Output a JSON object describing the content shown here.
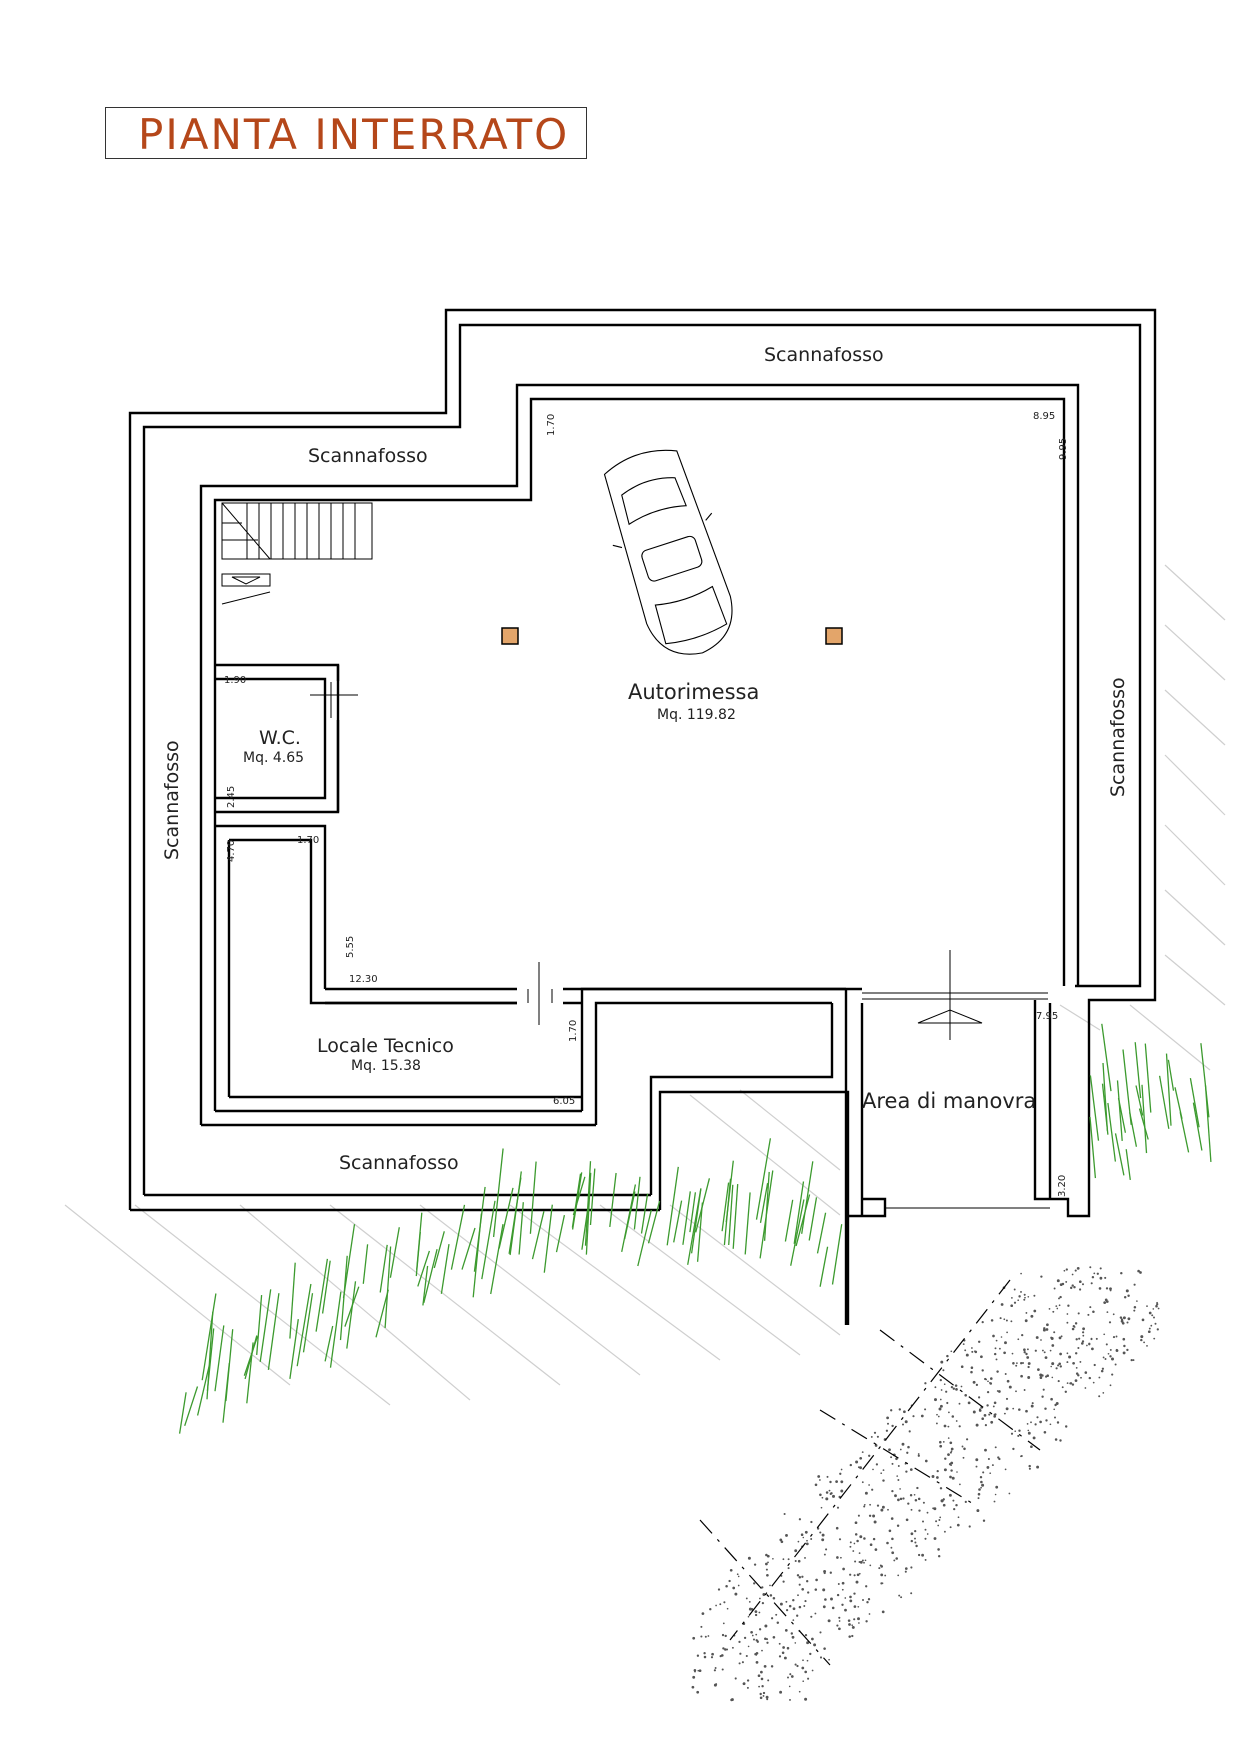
{
  "title": "PIANTA  INTERRATO",
  "rooms": {
    "autorimessa": {
      "name": "Autorimessa",
      "area": "Mq. 119.82"
    },
    "wc": {
      "name": "W.C.",
      "area": "Mq. 4.65"
    },
    "locale_tecnico": {
      "name": "Locale Tecnico",
      "area": "Mq. 15.38"
    },
    "area_manovra": {
      "name": "Area di manovra"
    }
  },
  "scannafosso": {
    "top": "Scannafosso",
    "upper_left": "Scannafosso",
    "left": "Scannafosso",
    "right": "Scannafosso",
    "bottom": "Scannafosso"
  },
  "dimensions": {
    "d_1_70_top": "1.70",
    "d_8_95": "8.95",
    "d_9_95": "9.95",
    "d_1_90": "1.90",
    "d_2_45": "2.45",
    "d_4_70": "4.70",
    "d_1_70_mid": "1.70",
    "d_5_55": "5.55",
    "d_12_30": "12.30",
    "d_1_70_lt": "1.70",
    "d_6_05": "6.05",
    "d_7_95": "7.95",
    "d_3_20": "3.20"
  },
  "colors": {
    "title": "#b5471a",
    "walls": "#000000",
    "pillar_fill": "#e3a56a",
    "vegetation": "#3c9a2e",
    "hatch": "#cfcfcf"
  }
}
